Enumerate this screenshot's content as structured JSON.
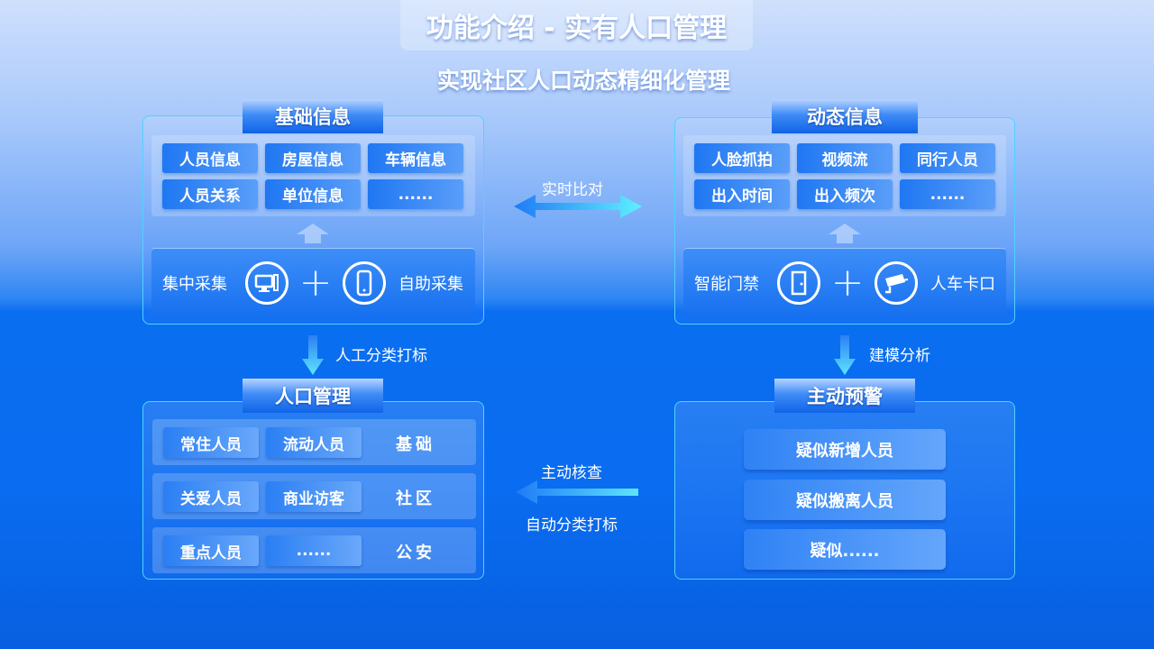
{
  "header": {
    "title": "功能介绍 - 实有人口管理",
    "subtitle": "实现社区人口动态精细化管理"
  },
  "basic_info": {
    "title": "基础信息",
    "items": [
      "人员信息",
      "房屋信息",
      "车辆信息",
      "人员关系",
      "单位信息",
      "......"
    ],
    "collect_left": "集中采集",
    "collect_right": "自助采集",
    "icons": [
      "computer-icon",
      "phone-icon"
    ]
  },
  "dynamic_info": {
    "title": "动态信息",
    "items": [
      "人脸抓拍",
      "视频流",
      "同行人员",
      "出入时间",
      "出入频次",
      "......"
    ],
    "collect_left": "智能门禁",
    "collect_right": "人车卡口",
    "icons": [
      "door-icon",
      "camera-icon"
    ]
  },
  "arrows": {
    "realtime_compare": "实时比对",
    "manual_tagging": "人工分类打标",
    "modeling": "建模分析",
    "active_check": "主动核查",
    "auto_tagging": "自动分类打标"
  },
  "population": {
    "title": "人口管理",
    "rows": [
      {
        "items": [
          "常住人员",
          "流动人员"
        ],
        "label": "基础"
      },
      {
        "items": [
          "关爱人员",
          "商业访客"
        ],
        "label": "社区"
      },
      {
        "items": [
          "重点人员",
          "......"
        ],
        "label": "公安"
      }
    ]
  },
  "warning": {
    "title": "主动预警",
    "items": [
      "疑似新增人员",
      "疑似搬离人员",
      "疑似......"
    ]
  }
}
